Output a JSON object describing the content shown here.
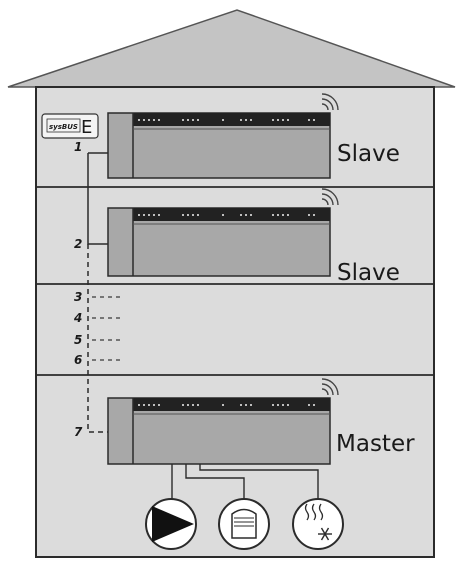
{
  "badge": {
    "prefix": "sysBUS",
    "suffix": "E"
  },
  "units": [
    {
      "id": "unit-1",
      "role": "Slave",
      "number": "1"
    },
    {
      "id": "unit-2",
      "role": "Slave",
      "number": "2"
    },
    {
      "id": "unit-7",
      "role": "Master",
      "number": "7"
    }
  ],
  "bus_numbers": [
    "1",
    "2",
    "3",
    "4",
    "5",
    "6",
    "7"
  ],
  "devices": [
    {
      "name": "pump",
      "icon": "pump-icon"
    },
    {
      "name": "boiler",
      "icon": "boiler-icon"
    },
    {
      "name": "heat-cool",
      "icon": "heat-cool-icon"
    }
  ],
  "colors": {
    "house_fill": "#dcdcdc",
    "roof_fill": "#c4c4c4",
    "outline": "#2b2b2b",
    "unit_body": "#a8a8a8",
    "unit_top": "#222222",
    "unit_dots": "#f0f0f0"
  }
}
